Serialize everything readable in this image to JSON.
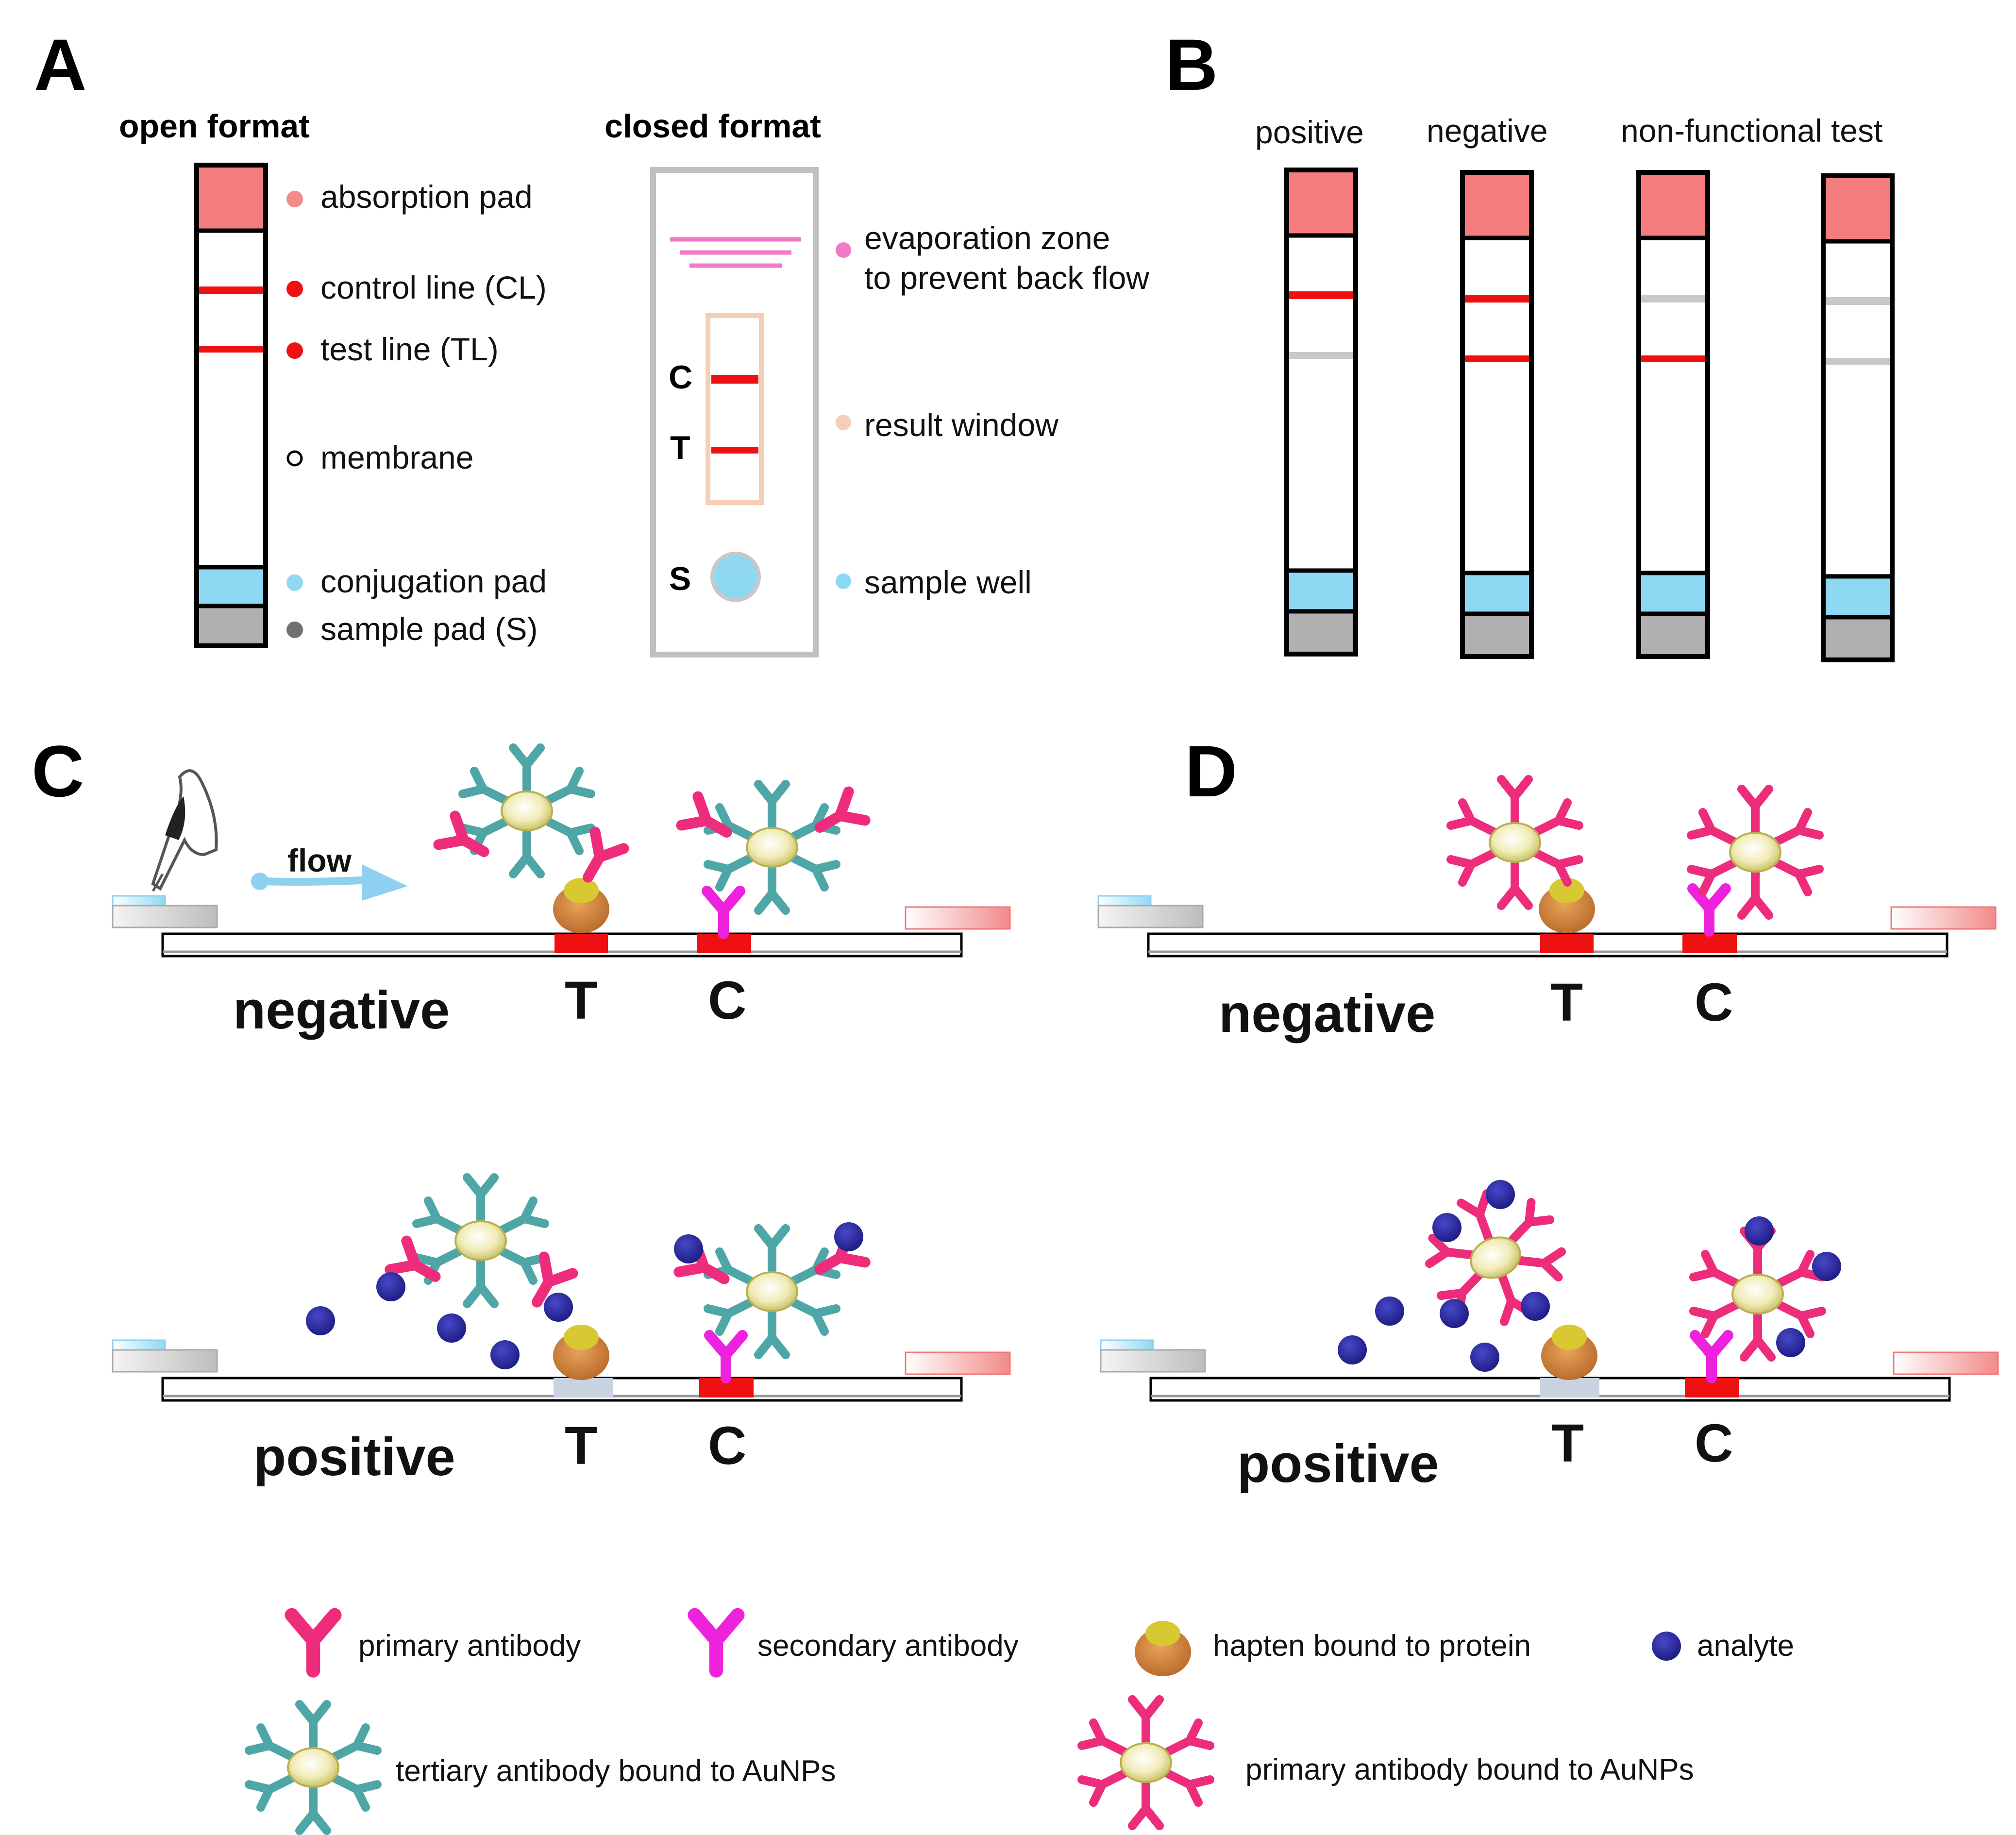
{
  "panels": {
    "a": "A",
    "b": "B",
    "c": "C",
    "d": "D"
  },
  "panel_a": {
    "open_title": "open format",
    "closed_title": "closed format",
    "open_labels": [
      "absorption pad",
      "control line (CL)",
      "test line (TL)",
      "membrane",
      "conjugation pad",
      "sample pad (S)"
    ],
    "closed_letters": {
      "c": "C",
      "t": "T",
      "s": "S"
    },
    "closed_labels": {
      "evap_line1": "evaporation zone",
      "evap_line2": "to prevent back flow",
      "result_window": "result window",
      "sample_well": "sample well"
    }
  },
  "panel_b": {
    "labels": [
      "positive",
      "negative",
      "non-functional test"
    ]
  },
  "panel_c": {
    "flow": "flow",
    "negative": "negative",
    "positive": "positive",
    "t": "T",
    "c": "C"
  },
  "panel_d": {
    "negative": "negative",
    "positive": "positive",
    "t": "T",
    "c": "C"
  },
  "legend": {
    "primary_antibody": "primary antibody",
    "secondary_antibody": "secondary antibody",
    "hapten": "hapten bound to protein",
    "analyte": "analyte",
    "tertiary_aunp": "tertiary antibody bound to AuNPs",
    "primary_aunp": "primary antibody bound to AuNPs"
  },
  "colors": {
    "absorption_pad": "#f47c7c",
    "line_red": "#ee1111",
    "line_gray": "#c8c8c8",
    "conjugation_pad": "#8fd8f4",
    "sample_pad": "#b0b0b0",
    "primary_antibody": "#ee2c7c",
    "secondary_antibody": "#ee22dd",
    "tertiary_antibody": "#4fa6a6",
    "analyte": "#26269e",
    "hapten_protein": "#d0813a",
    "hapten": "#d8c832",
    "aunp": "#eeeab0",
    "flow_arrow": "#8fd0f0"
  }
}
